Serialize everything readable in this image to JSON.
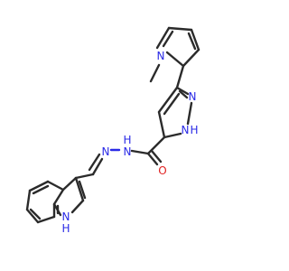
{
  "molecule": {
    "atoms": {
      "n_methyl": "N",
      "n_pyrazole_upper": "N",
      "nh_pyrazole": "N",
      "h_pyrazole": "H",
      "nh_amide": "N",
      "h_amide": "H",
      "n_imine": "N",
      "oxygen": "O",
      "nh_indole": "N",
      "h_indole": "H"
    },
    "colors": {
      "carbon_bond": "#2b2b2b",
      "nitrogen": "#2a2ae6",
      "oxygen": "#e02020",
      "background": "#ffffff"
    }
  }
}
